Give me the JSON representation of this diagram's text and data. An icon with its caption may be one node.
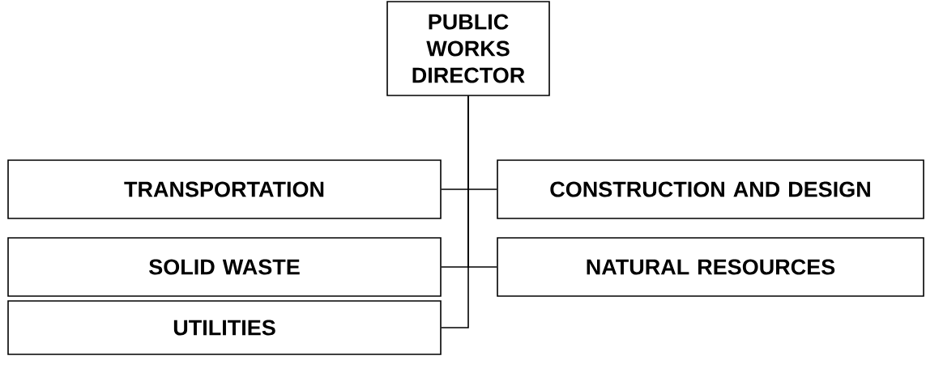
{
  "diagram": {
    "nodes": [
      {
        "text": [
          "PUBLIC WORKS DIRECTOR"
        ]
      },
      {
        "text": [
          "TRANSPORTATION"
        ]
      },
      {
        "text": [
          "CONSTRUCTION AND DESIGN"
        ]
      },
      {
        "text": [
          "SOLID WASTE"
        ]
      },
      {
        "text": [
          "NATURAL RESOURCES"
        ]
      },
      {
        "text": [
          "UTILITIES"
        ]
      }
    ],
    "edges": [
      {
        "from": 0,
        "to": 1,
        "arrow": "none"
      },
      {
        "from": 0,
        "to": 2,
        "arrow": "none"
      },
      {
        "from": 0,
        "to": 3,
        "arrow": "none"
      },
      {
        "from": 0,
        "to": 4,
        "arrow": "none"
      },
      {
        "from": 0,
        "to": 5,
        "arrow": "none"
      }
    ]
  }
}
